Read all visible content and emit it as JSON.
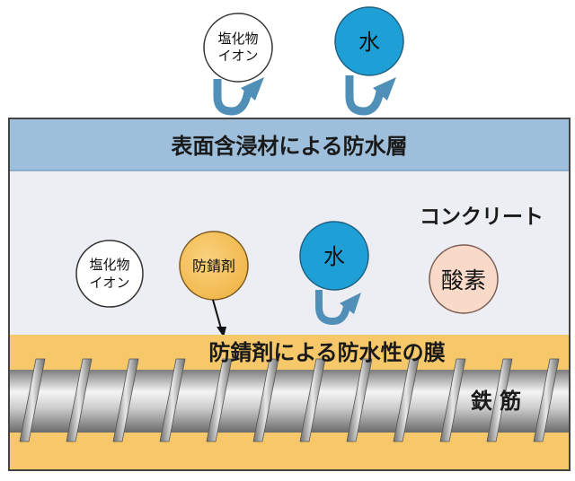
{
  "top": {
    "chloride_bubble": {
      "line1": "塩化物",
      "line2": "イオン"
    },
    "water_bubble": {
      "label": "水"
    }
  },
  "surface_layer": {
    "label": "表面含浸材による防水層"
  },
  "concrete": {
    "label": "コンクリート",
    "chloride_bubble": {
      "line1": "塩化物",
      "line2": "イオン"
    },
    "inhibitor_bubble": {
      "label": "防錆剤"
    },
    "water_bubble": {
      "label": "水"
    },
    "oxygen_bubble": {
      "label": "酸素"
    }
  },
  "film_layer": {
    "label": "防錆剤による防水性の膜"
  },
  "rebar": {
    "label": "鉄 筋"
  },
  "colors": {
    "surface_layer": "#9dbfdb",
    "concrete": "#eceef3",
    "film": "#f6c86a",
    "water": "#1e9fd6",
    "inhibitor": "#f6c45e",
    "oxygen": "#f9d9c8",
    "arrow": "#4f8fb8"
  }
}
